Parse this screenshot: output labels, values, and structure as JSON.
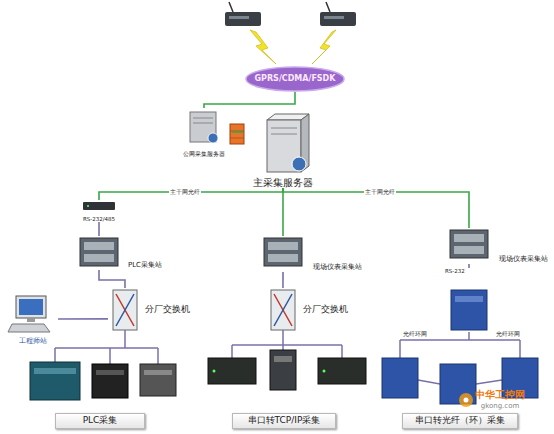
{
  "diagram": {
    "nodes": [
      {
        "text": [
          "GPRS/CDMA/FSDK"
        ]
      },
      {
        "text": [
          "公网采集服务器"
        ]
      },
      {
        "text": [
          "主采集服务器"
        ]
      },
      {
        "text": [
          "RS-232/485"
        ]
      },
      {
        "text": [
          "PLC采集站"
        ]
      },
      {
        "text": [
          "分厂交换机"
        ]
      },
      {
        "text": [
          "工程师站"
        ]
      },
      {
        "text": [
          "现场仪表采集站"
        ]
      },
      {
        "text": [
          "分厂交换机"
        ]
      },
      {
        "text": [
          "现场仪表采集站"
        ]
      },
      {
        "text": [
          "RS-232"
        ]
      },
      {
        "text": [
          "PLC采集"
        ]
      },
      {
        "text": [
          "串口转TCP/IP采集"
        ]
      },
      {
        "text": [
          "串口转光纤（环）采集"
        ]
      }
    ],
    "edges": [
      {
        "from": 0,
        "to": 1,
        "arrow": "none"
      },
      {
        "from": 1,
        "to": 2,
        "arrow": "none"
      },
      {
        "from": 2,
        "to": 3,
        "label": "主干网光纤",
        "arrow": "none"
      },
      {
        "from": 2,
        "to": 7,
        "arrow": "none"
      },
      {
        "from": 2,
        "to": 9,
        "label": "主干网光纤",
        "arrow": "none"
      },
      {
        "from": 3,
        "to": 4,
        "arrow": "none"
      },
      {
        "from": 4,
        "to": 5,
        "arrow": "none"
      },
      {
        "from": 5,
        "to": 6,
        "arrow": "none"
      },
      {
        "from": 7,
        "to": 8,
        "arrow": "none"
      },
      {
        "from": 9,
        "to": 10,
        "arrow": "none"
      }
    ],
    "labels": [
      "光纤环网",
      "光纤环网",
      "中华工控网",
      "gkong.com"
    ]
  }
}
